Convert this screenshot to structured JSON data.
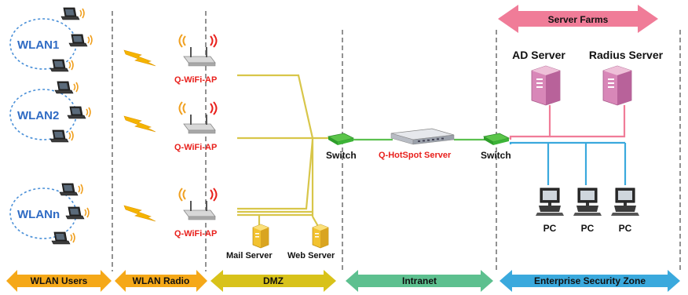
{
  "top_banner": {
    "label": "Server Farms",
    "color": "#f07c98"
  },
  "servers": {
    "ad": "AD Server",
    "radius": "Radius Server"
  },
  "wlans": [
    {
      "label": "WLAN1"
    },
    {
      "label": "WLAN2"
    },
    {
      "label": "WLANn"
    }
  ],
  "access_points": [
    {
      "label": "Q-WiFi-AP"
    },
    {
      "label": "Q-WiFi-AP"
    },
    {
      "label": "Q-WiFi-AP"
    }
  ],
  "dmz_servers": {
    "mail": "Mail Server",
    "web": "Web Server"
  },
  "switches": {
    "left": "Switch",
    "right": "Switch"
  },
  "hotspot": {
    "label": "Q-HotSpot Server"
  },
  "pcs": [
    {
      "label": "PC"
    },
    {
      "label": "PC"
    },
    {
      "label": "PC"
    }
  ],
  "zones": [
    {
      "label": "WLAN Users",
      "color": "#f5a818"
    },
    {
      "label": "WLAN Radio",
      "color": "#f5a818"
    },
    {
      "label": "DMZ",
      "color": "#d8c21a"
    },
    {
      "label": "Intranet",
      "color": "#5dc08f"
    },
    {
      "label": "Enterprise Security Zone",
      "color": "#3aa9dd"
    }
  ]
}
